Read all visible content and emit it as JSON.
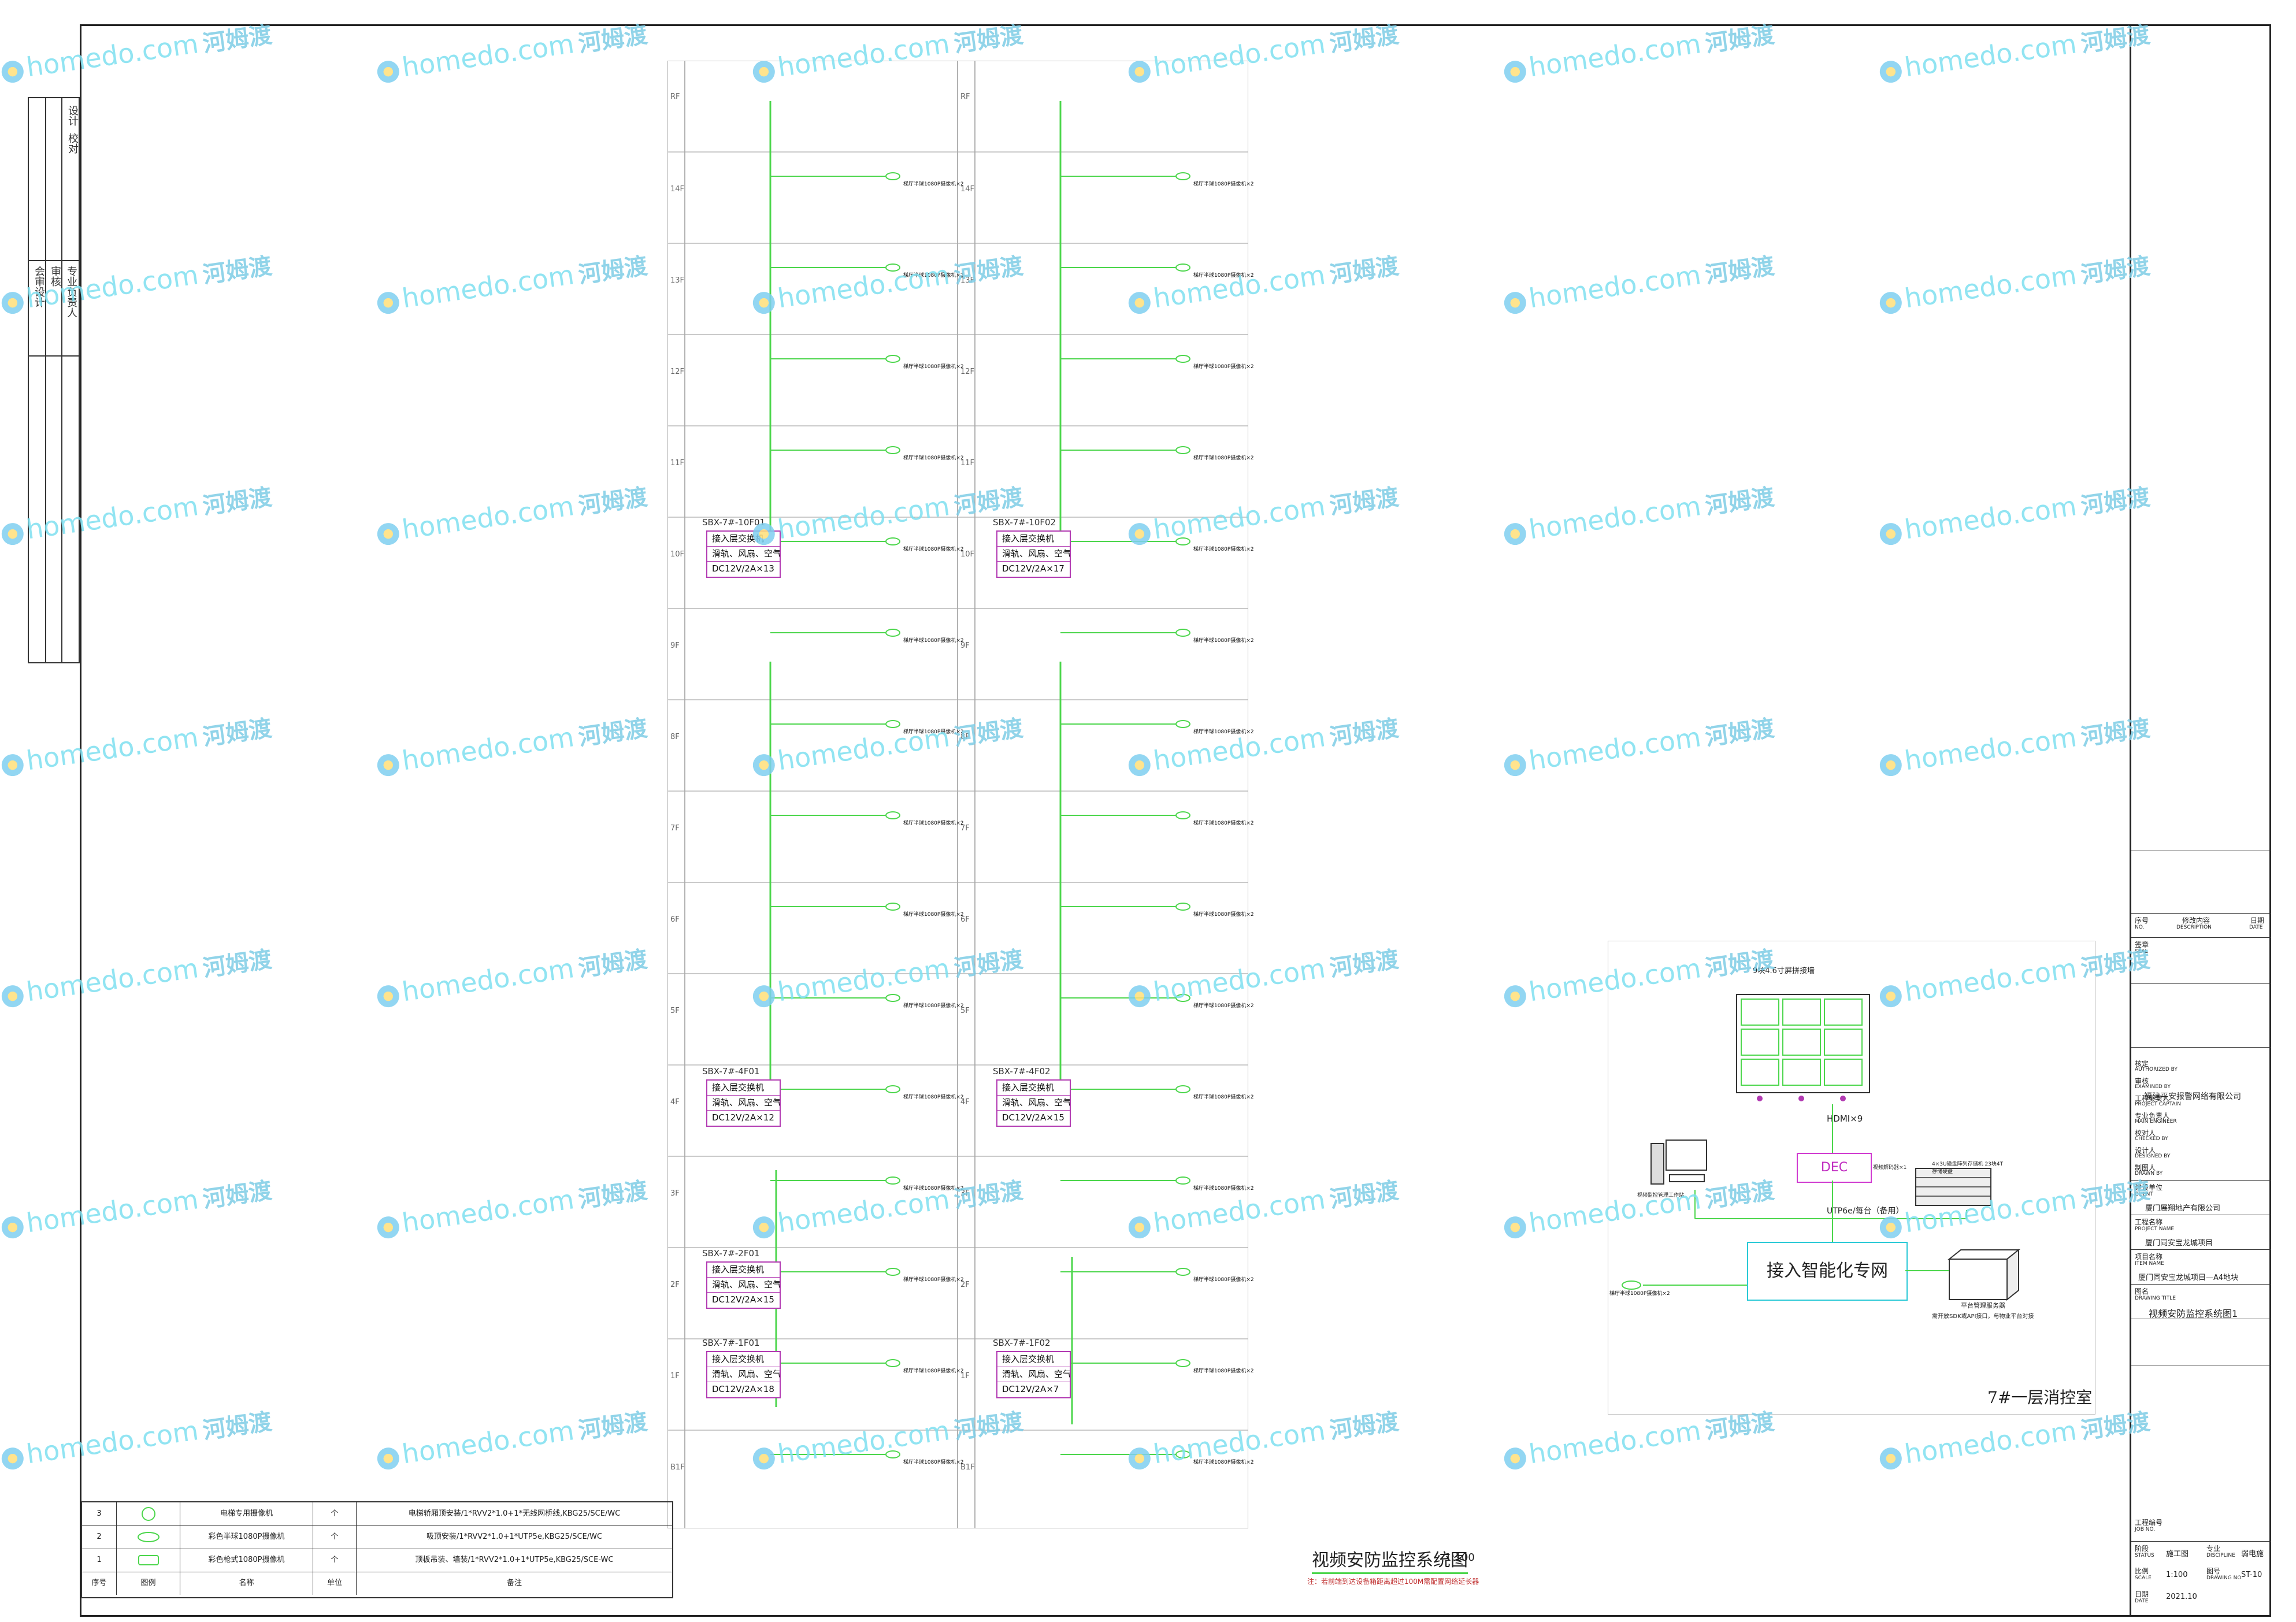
{
  "left_strip": {
    "top_labels": [
      "设计",
      "校对"
    ],
    "mid_labels": [
      "会审设计",
      "审核",
      "专业负责人"
    ]
  },
  "floors": [
    "RF",
    "14F",
    "13F",
    "12F",
    "11F",
    "10F",
    "9F",
    "8F",
    "7F",
    "6F",
    "5F",
    "4F",
    "3F",
    "2F",
    "1F",
    "B1F"
  ],
  "switches": [
    {
      "label": "SBX-7#-10F01",
      "l1": "接入层交换机",
      "l2": "滑轨、风扇、空气开关",
      "l3": "DC12V/2A×13"
    },
    {
      "label": "SBX-7#-10F02",
      "l1": "接入层交换机",
      "l2": "滑轨、风扇、空气开关",
      "l3": "DC12V/2A×17"
    },
    {
      "label": "SBX-7#-4F01",
      "l1": "接入层交换机",
      "l2": "滑轨、风扇、空气开关",
      "l3": "DC12V/2A×12"
    },
    {
      "label": "SBX-7#-4F02",
      "l1": "接入层交换机",
      "l2": "滑轨、风扇、空气开关",
      "l3": "DC12V/2A×15"
    },
    {
      "label": "SBX-7#-2F01",
      "l1": "接入层交换机",
      "l2": "滑轨、风扇、空气开关",
      "l3": "DC12V/2A×15"
    },
    {
      "label": "SBX-7#-1F01",
      "l1": "接入层交换机",
      "l2": "滑轨、风扇、空气开关",
      "l3": "DC12V/2A×18"
    },
    {
      "label": "SBX-7#-1F02",
      "l1": "接入层交换机",
      "l2": "滑轨、风扇、空气开关",
      "l3": "DC12V/2A×7"
    }
  ],
  "camera_label": "梯厅半球1080P摄像机×2",
  "control_room": {
    "wall_title": "9块4.6寸屏拼接墙",
    "hdmi": "HDMI×9",
    "dec": "DEC",
    "dec_note": "视频解码器×1",
    "storage_note": "4×3U磁盘阵列存储机 23块4T存储硬盘",
    "pc_note": "视频监控管理工作站",
    "uplink": "UTP6e/每台（备用）",
    "network": "接入智能化专网",
    "platform": "平台管理服务器",
    "platform_note": "需开放SDK或API接口，与物业平台对接",
    "room_title": "7#一层消控室"
  },
  "drawing_title": "视频安防监控系统图",
  "drawing_scale": "1:100",
  "drawing_note": "注：若前端到达设备箱距离超过100M需配置网络延长器",
  "legend": {
    "headers": [
      "序号",
      "图例",
      "名称",
      "单位",
      "备注"
    ],
    "rows": [
      {
        "no": "3",
        "name": "电梯专用摄像机",
        "unit": "个",
        "note": "电梯轿厢顶安装/1*RVV2*1.0+1*无线网桥线,KBG25/SCE/WC"
      },
      {
        "no": "2",
        "name": "彩色半球1080P摄像机",
        "unit": "个",
        "note": "吸顶安装/1*RVV2*1.0+1*UTP5e,KBG25/SCE/WC"
      },
      {
        "no": "1",
        "name": "彩色枪式1080P摄像机",
        "unit": "个",
        "note": "顶板吊装、墙装/1*RVV2*1.0+1*UTP5e,KBG25/SCE-WC"
      }
    ]
  },
  "title_block": {
    "rev_headers": [
      "序号",
      "修改内容",
      "日期"
    ],
    "rev_headers_en": [
      "NO.",
      "DESCRIPTION",
      "DATE"
    ],
    "seal_label": "签章",
    "seal_label_en": "SEAL",
    "company": "福建平安报警网络有限公司",
    "roles": [
      {
        "cn": "核定",
        "en": "AUTHORIZED BY"
      },
      {
        "cn": "审核",
        "en": "EXAMINED BY"
      },
      {
        "cn": "工程负责人",
        "en": "PROJECT CAPTAIN"
      },
      {
        "cn": "专业负责人",
        "en": "MAIN ENGINEER"
      },
      {
        "cn": "校对人",
        "en": "CHECKED BY"
      },
      {
        "cn": "设计人",
        "en": "DESIGNED BY"
      },
      {
        "cn": "制图人",
        "en": "DRAWN BY"
      }
    ],
    "client_label": "建设单位",
    "client_label_en": "CLIENT",
    "client": "厦门展翔地产有限公司",
    "project_label": "工程名称",
    "project_label_en": "PROJECT NAME",
    "project": "厦门同安宝龙城项目",
    "item_label": "项目名称",
    "item_label_en": "ITEM NAME",
    "item": "厦门同安宝龙城项目—A4地块",
    "drawing_label": "图名",
    "drawing_label_en": "DRAWING TITLE",
    "drawing": "视频安防监控系统图1",
    "job_label": "工程编号",
    "job_label_en": "JOB NO.",
    "status_label": "阶段",
    "status_label_en": "STATUS",
    "status": "施工图",
    "discipline_label": "专业",
    "discipline_label_en": "DISCIPLINE",
    "discipline": "弱电施",
    "scale_label": "比例",
    "scale_label_en": "SCALE",
    "scale": "1:100",
    "drawing_no_label": "图号",
    "drawing_no_label_en": "DRAWING NO.",
    "drawing_no": "ST-10",
    "date_label": "日期",
    "date_label_en": "DATE",
    "date": "2021.10"
  },
  "watermark": {
    "brand": "homedo.com",
    "cn": "河姆渡"
  },
  "colors": {
    "wire": "#4cd64c",
    "switch_border": "#b23ab2",
    "network_box": "#29c9d6",
    "dec_box": "#d03ad0"
  }
}
